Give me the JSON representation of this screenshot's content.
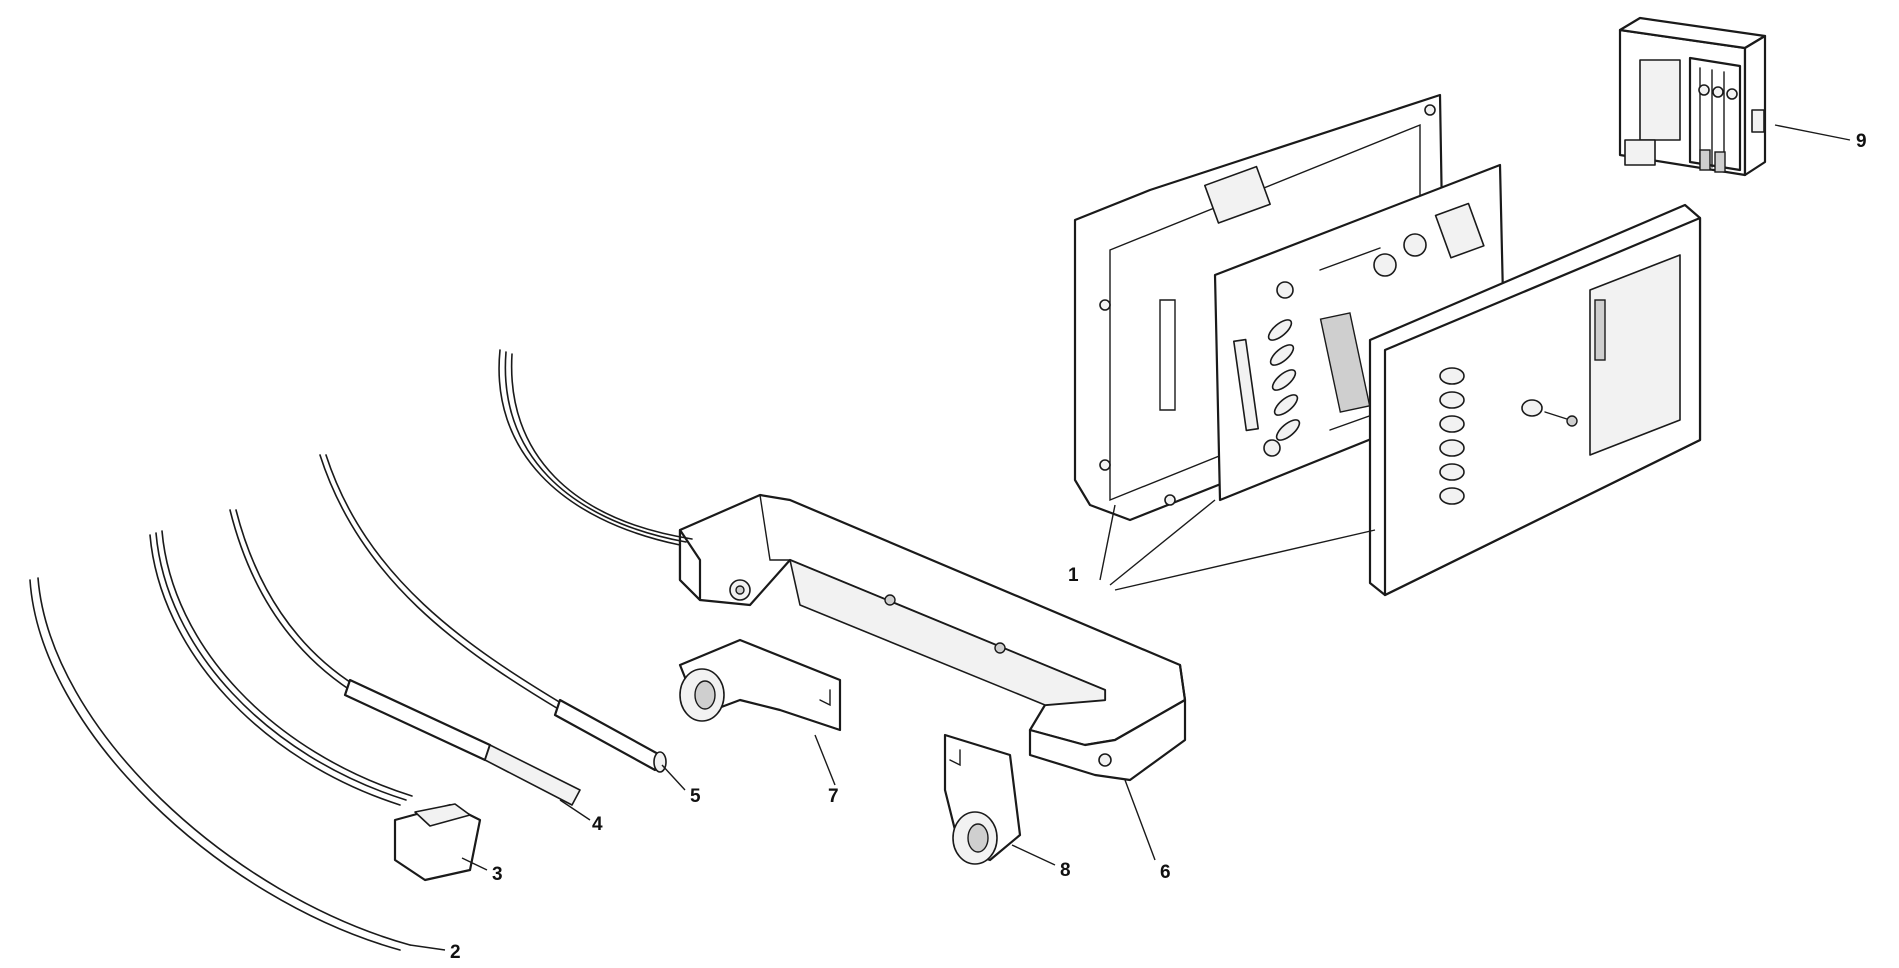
{
  "callouts": {
    "c1": "1",
    "c2": "2",
    "c3": "3",
    "c4": "4",
    "c5": "5",
    "c6": "6",
    "c7": "7",
    "c8": "8",
    "c9": "9"
  },
  "parts": [
    {
      "callout": "1",
      "kind": "circuit-board-assembly"
    },
    {
      "callout": "2",
      "kind": "wire-pair"
    },
    {
      "callout": "3",
      "kind": "wire-connector"
    },
    {
      "callout": "4",
      "kind": "sensor-probe-flat"
    },
    {
      "callout": "5",
      "kind": "sensor-probe-round"
    },
    {
      "callout": "6",
      "kind": "mounting-bracket"
    },
    {
      "callout": "7",
      "kind": "clip-left"
    },
    {
      "callout": "8",
      "kind": "clip-right"
    },
    {
      "callout": "9",
      "kind": "relay-contactor"
    }
  ]
}
